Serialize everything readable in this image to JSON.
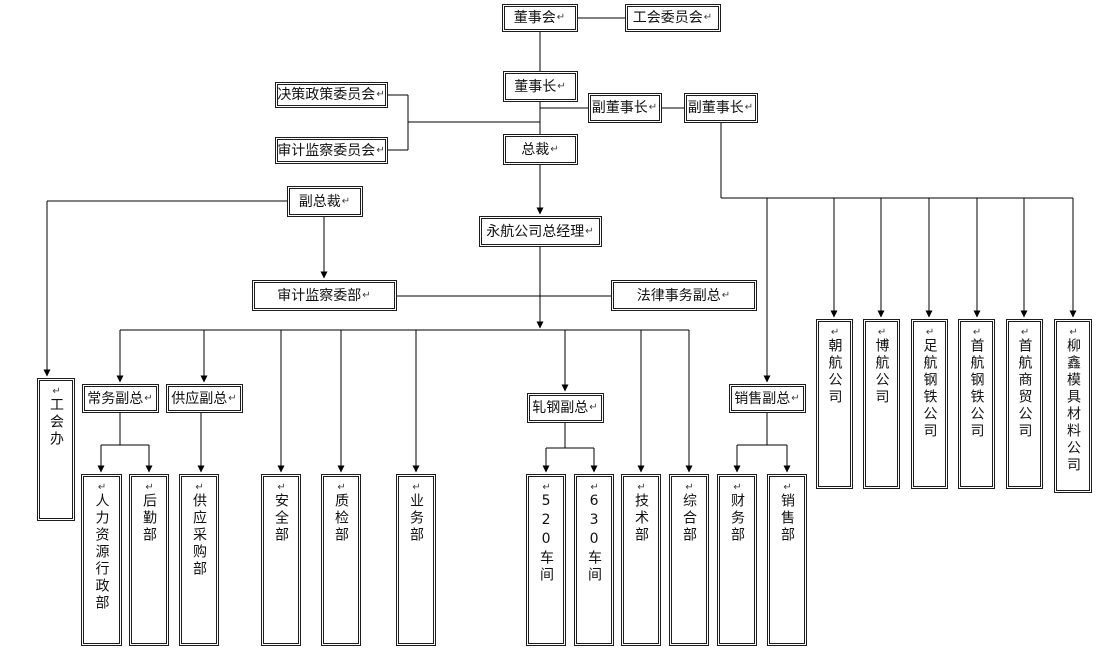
{
  "glyphs": {
    "return_mark": "↵"
  },
  "colors": {
    "line": "#000000",
    "border": "#1c1c1c",
    "background": "#ffffff"
  },
  "org_chart": {
    "nodes": [
      {
        "id": "board",
        "label": "董事会"
      },
      {
        "id": "union_committee",
        "label": "工会委员会"
      },
      {
        "id": "chairman",
        "label": "董事长"
      },
      {
        "id": "policy_committee",
        "label": "决策政策委员会"
      },
      {
        "id": "audit_committee",
        "label": "审计监察委员会"
      },
      {
        "id": "vice_chairman_1",
        "label": "副董事长"
      },
      {
        "id": "vice_chairman_2",
        "label": "副董事长"
      },
      {
        "id": "president",
        "label": "总裁"
      },
      {
        "id": "vice_president",
        "label": "副总裁"
      },
      {
        "id": "yonghang_gm",
        "label": "永航公司总经理"
      },
      {
        "id": "audit_dept",
        "label": "审计监察委部"
      },
      {
        "id": "legal_vp",
        "label": "法律事务副总"
      },
      {
        "id": "union_office",
        "label": "工会办"
      },
      {
        "id": "executive_vp",
        "label": "常务副总"
      },
      {
        "id": "supply_vp",
        "label": "供应副总"
      },
      {
        "id": "rolling_vp",
        "label": "轧钢副总"
      },
      {
        "id": "sales_vp",
        "label": "销售副总"
      },
      {
        "id": "hr_admin_dept",
        "label": "人力资源行政部"
      },
      {
        "id": "logistics_dept",
        "label": "后勤部"
      },
      {
        "id": "procurement_dept",
        "label": "供应采购部"
      },
      {
        "id": "safety_dept",
        "label": "安全部"
      },
      {
        "id": "quality_dept",
        "label": "质检部"
      },
      {
        "id": "business_dept",
        "label": "业务部"
      },
      {
        "id": "workshop_520",
        "label": "520车间"
      },
      {
        "id": "workshop_630",
        "label": "630车间"
      },
      {
        "id": "tech_dept",
        "label": "技术部"
      },
      {
        "id": "general_dept",
        "label": "综合部"
      },
      {
        "id": "finance_dept",
        "label": "财务部"
      },
      {
        "id": "sales_dept",
        "label": "销售部"
      },
      {
        "id": "chaohang",
        "label": "朝航公司"
      },
      {
        "id": "bohang",
        "label": "博航公司"
      },
      {
        "id": "zuhang_steel",
        "label": "足航钢铁公司"
      },
      {
        "id": "shouhang_steel",
        "label": "首航钢铁公司"
      },
      {
        "id": "shouhang_trade",
        "label": "首航商贸公司"
      },
      {
        "id": "liuxin",
        "label": "柳鑫模具材料公司"
      }
    ],
    "edges": [
      {
        "from": "board",
        "to": "union_committee",
        "type": "association"
      },
      {
        "from": "board",
        "to": "chairman"
      },
      {
        "from": "chairman",
        "to": "policy_committee"
      },
      {
        "from": "chairman",
        "to": "audit_committee"
      },
      {
        "from": "chairman",
        "to": "vice_chairman_1"
      },
      {
        "from": "chairman",
        "to": "vice_chairman_2"
      },
      {
        "from": "chairman",
        "to": "president"
      },
      {
        "from": "president",
        "to": "yonghang_gm"
      },
      {
        "from": "vice_president",
        "to": "audit_dept"
      },
      {
        "from": "vice_president",
        "to": "union_office"
      },
      {
        "from": "yonghang_gm",
        "to": "audit_dept"
      },
      {
        "from": "yonghang_gm",
        "to": "legal_vp"
      },
      {
        "from": "yonghang_gm",
        "to": "executive_vp"
      },
      {
        "from": "yonghang_gm",
        "to": "supply_vp"
      },
      {
        "from": "yonghang_gm",
        "to": "safety_dept"
      },
      {
        "from": "yonghang_gm",
        "to": "quality_dept"
      },
      {
        "from": "yonghang_gm",
        "to": "business_dept"
      },
      {
        "from": "yonghang_gm",
        "to": "rolling_vp"
      },
      {
        "from": "yonghang_gm",
        "to": "tech_dept"
      },
      {
        "from": "yonghang_gm",
        "to": "general_dept"
      },
      {
        "from": "vice_chairman_2",
        "to": "sales_vp"
      },
      {
        "from": "vice_chairman_2",
        "to": "chaohang"
      },
      {
        "from": "vice_chairman_2",
        "to": "bohang"
      },
      {
        "from": "vice_chairman_2",
        "to": "zuhang_steel"
      },
      {
        "from": "vice_chairman_2",
        "to": "shouhang_steel"
      },
      {
        "from": "vice_chairman_2",
        "to": "shouhang_trade"
      },
      {
        "from": "vice_chairman_2",
        "to": "liuxin"
      },
      {
        "from": "executive_vp",
        "to": "hr_admin_dept"
      },
      {
        "from": "executive_vp",
        "to": "logistics_dept"
      },
      {
        "from": "supply_vp",
        "to": "procurement_dept"
      },
      {
        "from": "rolling_vp",
        "to": "workshop_520"
      },
      {
        "from": "rolling_vp",
        "to": "workshop_630"
      },
      {
        "from": "sales_vp",
        "to": "finance_dept"
      },
      {
        "from": "sales_vp",
        "to": "sales_dept"
      }
    ]
  }
}
